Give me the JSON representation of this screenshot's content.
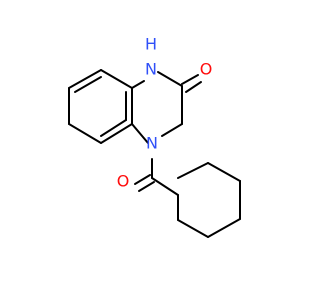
{
  "molecule": {
    "atoms": {
      "nh": "H",
      "n1": "N",
      "o1": "O",
      "n4": "N",
      "o2": "O"
    },
    "colors": {
      "bond": "#000000",
      "nitrogen": "#3050F8",
      "oxygen": "#FF0D0D"
    }
  }
}
